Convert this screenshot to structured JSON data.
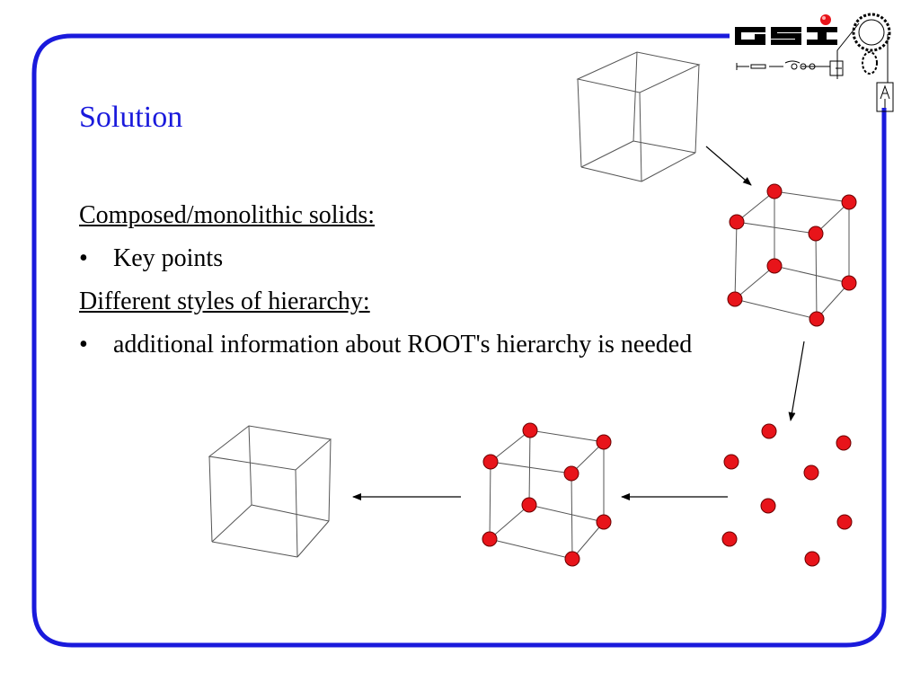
{
  "slide": {
    "title": "Solution",
    "heading_1": "Composed/monolithic solids:",
    "bullet_1": "Key points",
    "heading_2": "Different styles of hierarchy:",
    "bullet_2": "additional information about  ROOT's hierarchy is needed",
    "bullet_symbol": "•"
  },
  "logo": {
    "text": "GSI"
  },
  "colors": {
    "frame": "#1a1adc",
    "title": "#1a1adc",
    "point": "#e8141a",
    "edge": "#555555"
  }
}
